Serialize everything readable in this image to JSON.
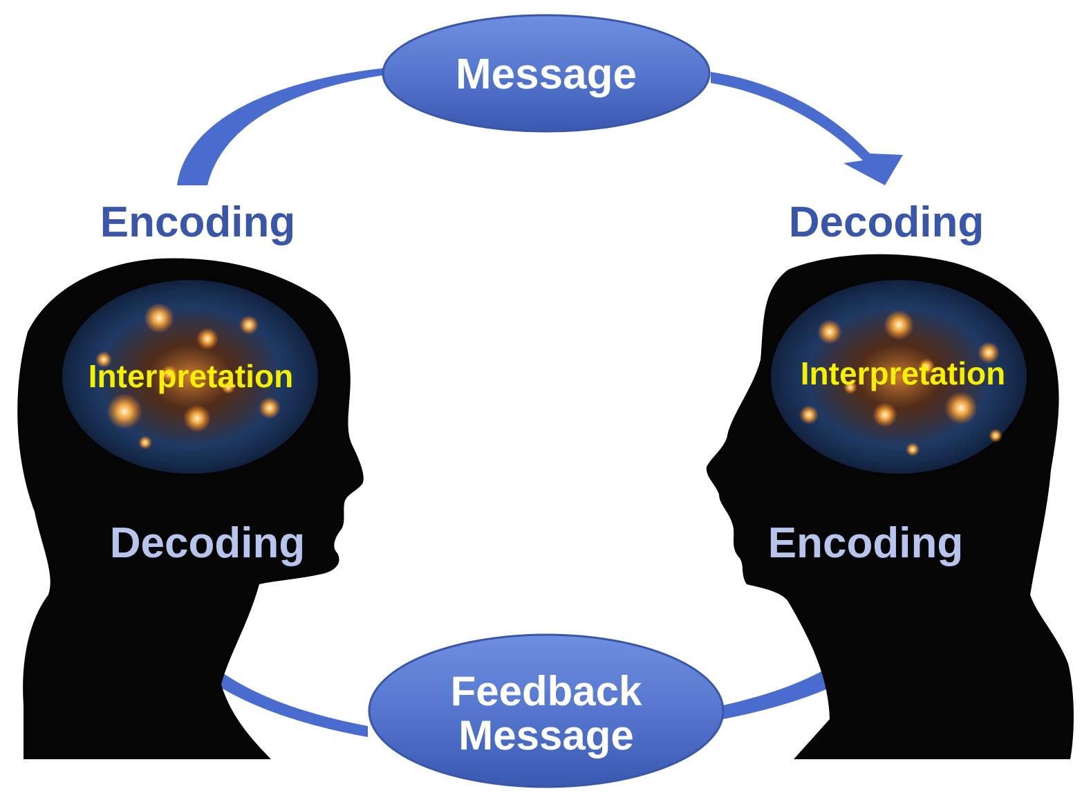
{
  "diagram": {
    "message": "Message",
    "feedback_line1": "Feedback",
    "feedback_line2": "Message",
    "left_person": {
      "top_label": "Encoding",
      "brain_label": "Interpretation",
      "bottom_label": "Decoding"
    },
    "right_person": {
      "top_label": "Decoding",
      "brain_label": "Interpretation",
      "bottom_label": "Encoding"
    }
  },
  "colors": {
    "arrow": "#4a6ccf",
    "ellipse": "#5274cc",
    "top_label": "#3a56a8",
    "bottom_label": "#b7c4ec",
    "brain_label": "#f4f000",
    "silhouette": "#050505",
    "background": "#ffffff"
  }
}
